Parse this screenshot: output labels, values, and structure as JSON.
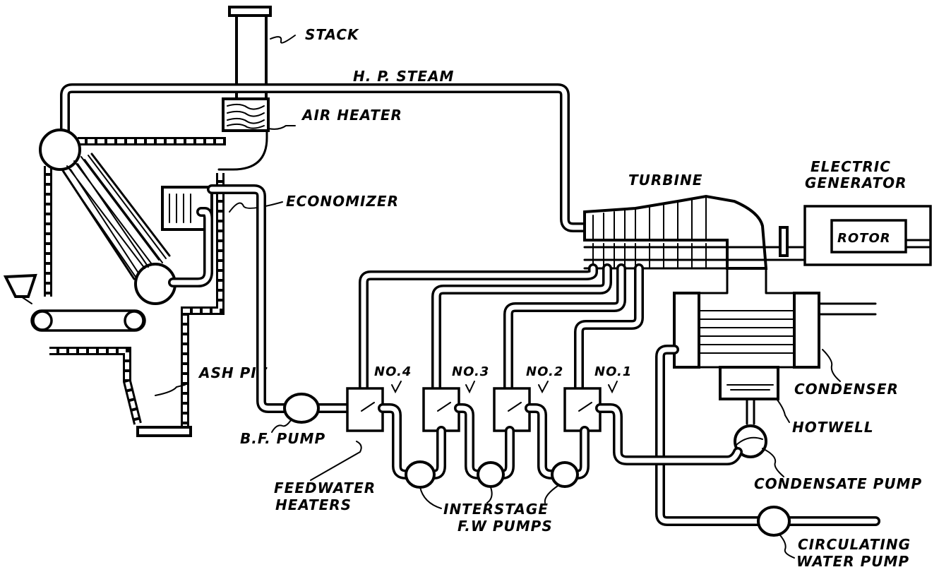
{
  "labels": {
    "stack": "STACK",
    "hp_steam": "H. P. STEAM",
    "air_heater": "AIR HEATER",
    "economizer": "ECONOMIZER",
    "turbine": "TURBINE",
    "electric_generator_line1": "ELECTRIC",
    "electric_generator_line2": "GENERATOR",
    "rotor": "ROTOR",
    "ash_pit": "ASH PIT",
    "bf_pump": "B.F. PUMP",
    "feedwater_heaters_line1": "FEEDWATER",
    "feedwater_heaters_line2": "HEATERS",
    "heater_no4": "NO.4",
    "heater_no3": "NO.3",
    "heater_no2": "NO.2",
    "heater_no1": "NO.1",
    "interstage_line1": "INTERSTAGE",
    "interstage_line2": "F.W PUMPS",
    "condenser": "CONDENSER",
    "hotwell": "HOTWELL",
    "condensate_pump": "CONDENSATE PUMP",
    "circulating_line1": "CIRCULATING",
    "circulating_line2": "WATER PUMP"
  },
  "colors": {
    "ink": "#000000",
    "paper": "#ffffff"
  }
}
